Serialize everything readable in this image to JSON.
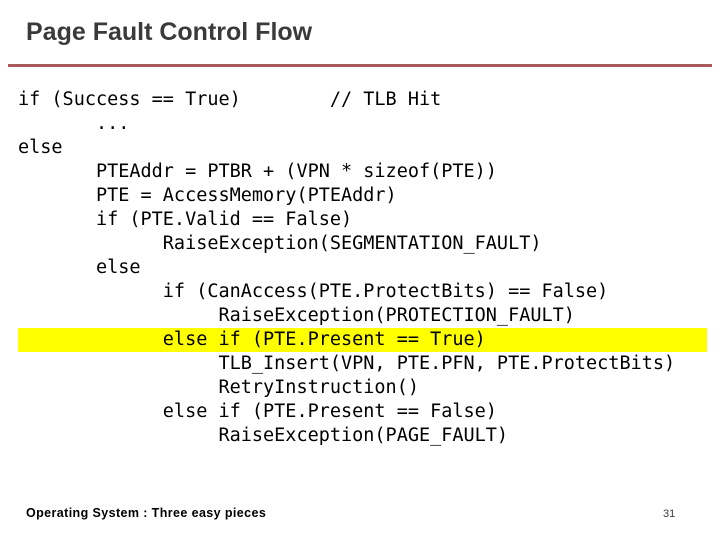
{
  "slide": {
    "title": "Page Fault Control Flow",
    "accent_rule_color": "#a85a5a",
    "background_color": "#ffffff",
    "highlight_color": "#ffff00"
  },
  "code": {
    "lines": [
      {
        "text": "if (Success == True)        // TLB Hit",
        "highlighted": false
      },
      {
        "text": "       ...",
        "highlighted": false
      },
      {
        "text": "else",
        "highlighted": false
      },
      {
        "text": "       PTEAddr = PTBR + (VPN * sizeof(PTE))",
        "highlighted": false
      },
      {
        "text": "       PTE = AccessMemory(PTEAddr)",
        "highlighted": false
      },
      {
        "text": "       if (PTE.Valid == False)",
        "highlighted": false
      },
      {
        "text": "             RaiseException(SEGMENTATION_FAULT)",
        "highlighted": false
      },
      {
        "text": "       else",
        "highlighted": false
      },
      {
        "text": "             if (CanAccess(PTE.ProtectBits) == False)",
        "highlighted": false
      },
      {
        "text": "                  RaiseException(PROTECTION_FAULT)",
        "highlighted": false
      },
      {
        "text": "             else if (PTE.Present == True)",
        "highlighted": true
      },
      {
        "text": "                  TLB_Insert(VPN, PTE.PFN, PTE.ProtectBits)",
        "highlighted": false
      },
      {
        "text": "                  RetryInstruction()",
        "highlighted": false
      },
      {
        "text": "             else if (PTE.Present == False)",
        "highlighted": false
      },
      {
        "text": "                  RaiseException(PAGE_FAULT)",
        "highlighted": false
      }
    ]
  },
  "footer": {
    "book_title": "Operating System : Three easy pieces",
    "page_number": "31"
  }
}
